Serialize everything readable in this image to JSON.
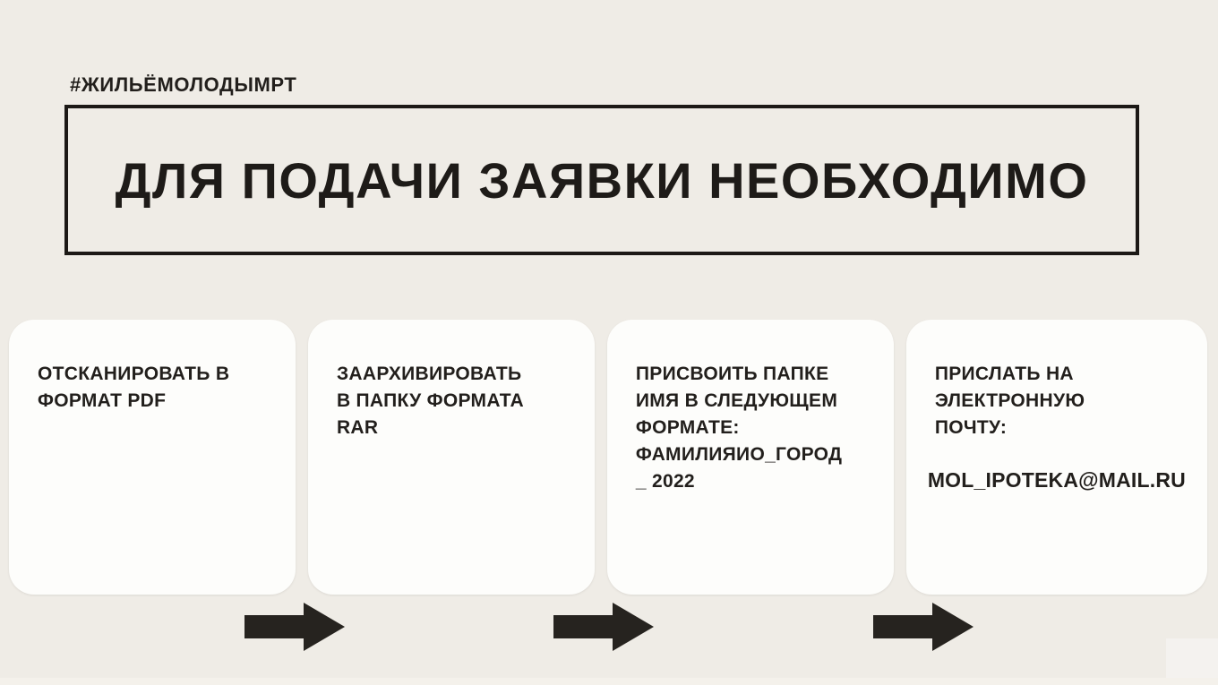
{
  "slide": {
    "hashtag": "#ЖИЛЬЁМОЛОДЫМРТ",
    "title": "ДЛЯ ПОДАЧИ ЗАЯВКИ НЕОБХОДИМО"
  },
  "steps": [
    {
      "text": "ОТСКАНИРОВАТЬ В\nФОРМАТ PDF"
    },
    {
      "text": "ЗААРХИВИРОВАТЬ\nВ ПАПКУ ФОРМАТА\nRAR"
    },
    {
      "text": "ПРИСВОИТЬ ПАПКЕ\nИМЯ В СЛЕДУЮЩЕМ\nФОРМАТЕ:\nФАМИЛИЯИО_ГОРОД\n_ 2022"
    },
    {
      "text": "ПРИСЛАТЬ НА\nЭЛЕКТРОННУЮ\nПОЧТУ:",
      "email": "MOL_IPOTEKA@MAIL.RU"
    }
  ],
  "colors": {
    "background": "#EFECE6",
    "card": "#FDFDFB",
    "ink": "#221F1C",
    "arrow": "#26231F",
    "box_border": "#1C1916"
  }
}
